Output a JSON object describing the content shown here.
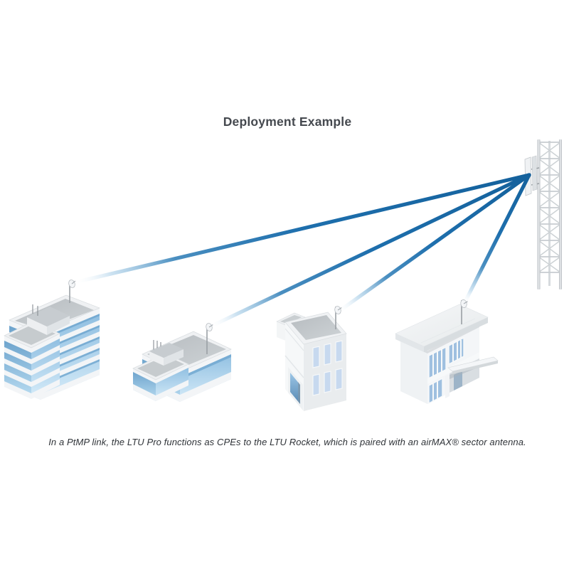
{
  "title": "Deployment Example",
  "caption": "In a PtMP link, the LTU Pro functions as CPEs to the LTU Rocket, which is paired with an airMAX® sector antenna.",
  "colors": {
    "background": "#ffffff",
    "title_text": "#45494f",
    "caption_text": "#2f3338",
    "beam_blue": "#1e6fad",
    "glass_blue_light": "#aed4ee",
    "glass_blue_dark": "#5f9ac6",
    "structure_white": "#f2f4f6",
    "roof_gray": "#c2c7ca",
    "metal_gray": "#c9ced2"
  },
  "diagram": {
    "tower": {
      "name": "lattice-tower",
      "antenna": "sector-antenna"
    },
    "link_count": 4,
    "buildings": [
      {
        "name": "tall-glass-office",
        "device": "cpe-dish"
      },
      {
        "name": "low-rise-office",
        "device": "cpe-dish"
      },
      {
        "name": "two-story-office",
        "device": "cpe-dish"
      },
      {
        "name": "modern-flat-roof-building",
        "device": "cpe-dish"
      }
    ]
  }
}
